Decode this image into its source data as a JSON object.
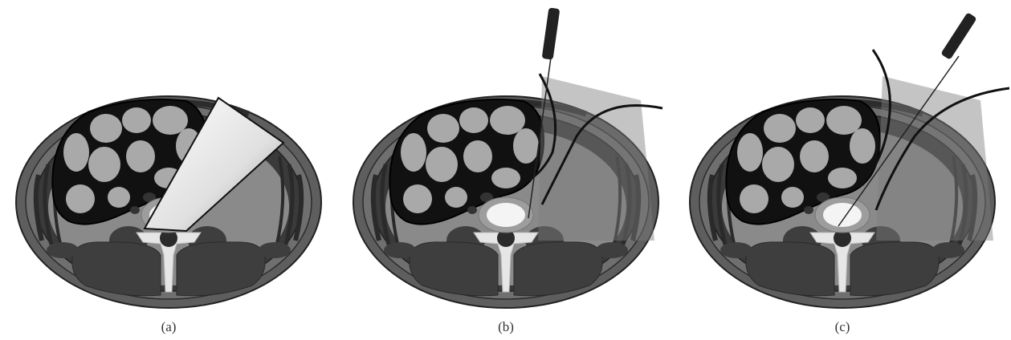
{
  "panels": [
    {
      "label": "(a)"
    },
    {
      "label": "(b)"
    },
    {
      "label": "(c)"
    }
  ],
  "colors": {
    "background": "#ffffff",
    "skin": "#5e5e5e",
    "outline": "#222222",
    "muscle_band": "#3a3a3a",
    "muscle_field": "#8a8a8a",
    "bowel_wall": "#111111",
    "bowel_loop": "#a9a9a9",
    "back_muscle": "#3e3e3e",
    "vertebra": "#e6e6e6",
    "vertebral_ring": "#9d9d9d",
    "probe": "#f0f0f0",
    "needle_handle": "#222222",
    "catheter": "#111111",
    "caption_text": "#333333"
  },
  "icons": {
    "probe": "ultrasound-probe-icon",
    "needle": "needle-icon",
    "catheter": "catheter-icon"
  }
}
